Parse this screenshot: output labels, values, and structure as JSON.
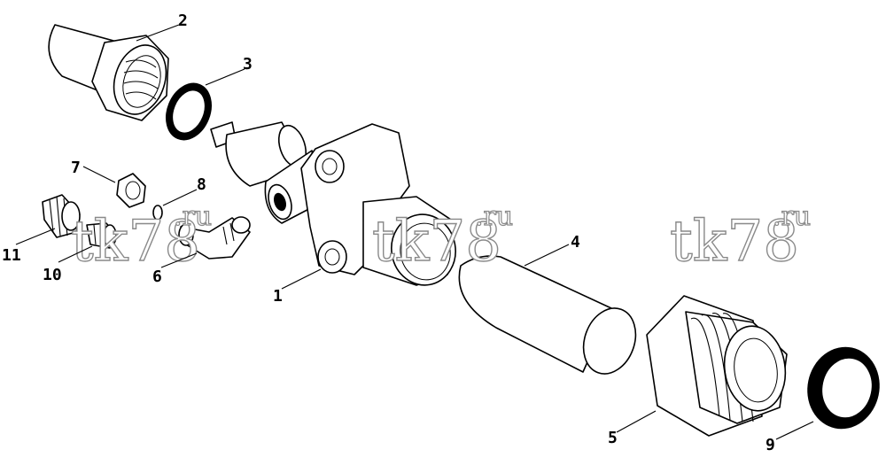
{
  "diagram": {
    "type": "exploded parts diagram",
    "callouts": [
      {
        "label": "1"
      },
      {
        "label": "2"
      },
      {
        "label": "3"
      },
      {
        "label": "4"
      },
      {
        "label": "5"
      },
      {
        "label": "6"
      },
      {
        "label": "7"
      },
      {
        "label": "8"
      },
      {
        "label": "9"
      },
      {
        "label": "10"
      },
      {
        "label": "11"
      }
    ]
  },
  "watermark": {
    "text": "tk78",
    "suffix": ".ru",
    "color": "#8a8a8a"
  },
  "colors": {
    "line": "#000000",
    "background": "#ffffff"
  }
}
